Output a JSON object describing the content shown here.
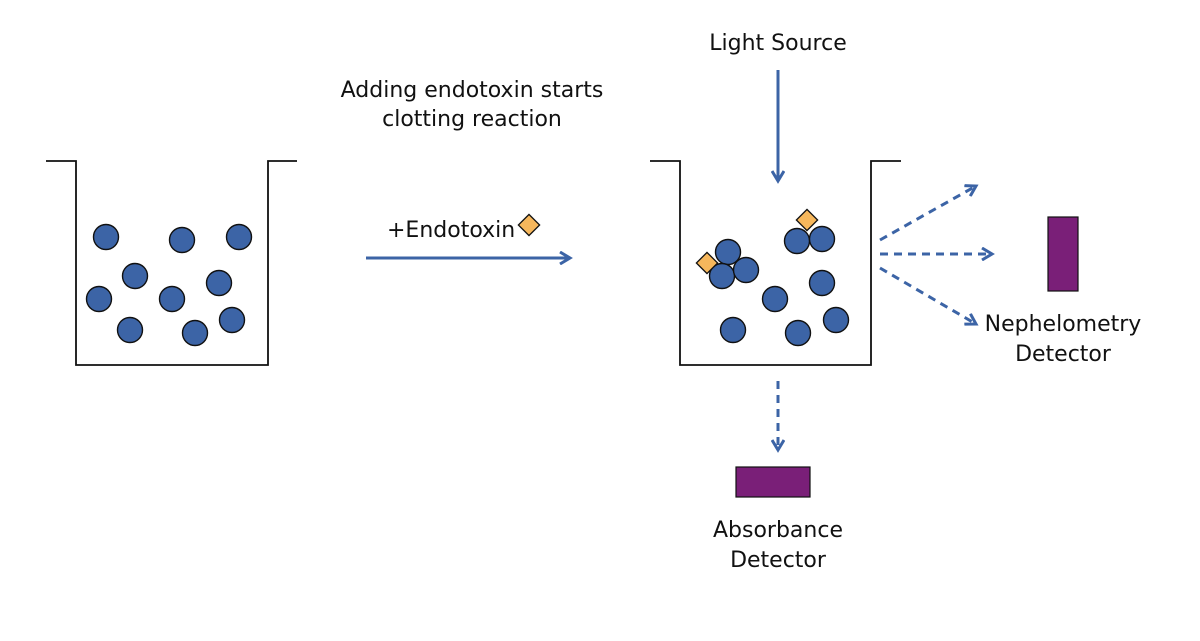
{
  "labels": {
    "light_source": "Light Source",
    "caption_line1": "Adding endotoxin starts",
    "caption_line2": "clotting reaction",
    "endotoxin": "+Endotoxin",
    "nephelometry_line1": "Nephelometry",
    "nephelometry_line2": "Detector",
    "absorbance_line1": "Absorbance",
    "absorbance_line2": "Detector"
  },
  "colors": {
    "particle": "#3c64a6",
    "particle_outline": "#111111",
    "endotoxin": "#f6b75c",
    "arrow": "#3c64a6",
    "detector": "#7a1f78",
    "beaker": "#111111"
  }
}
